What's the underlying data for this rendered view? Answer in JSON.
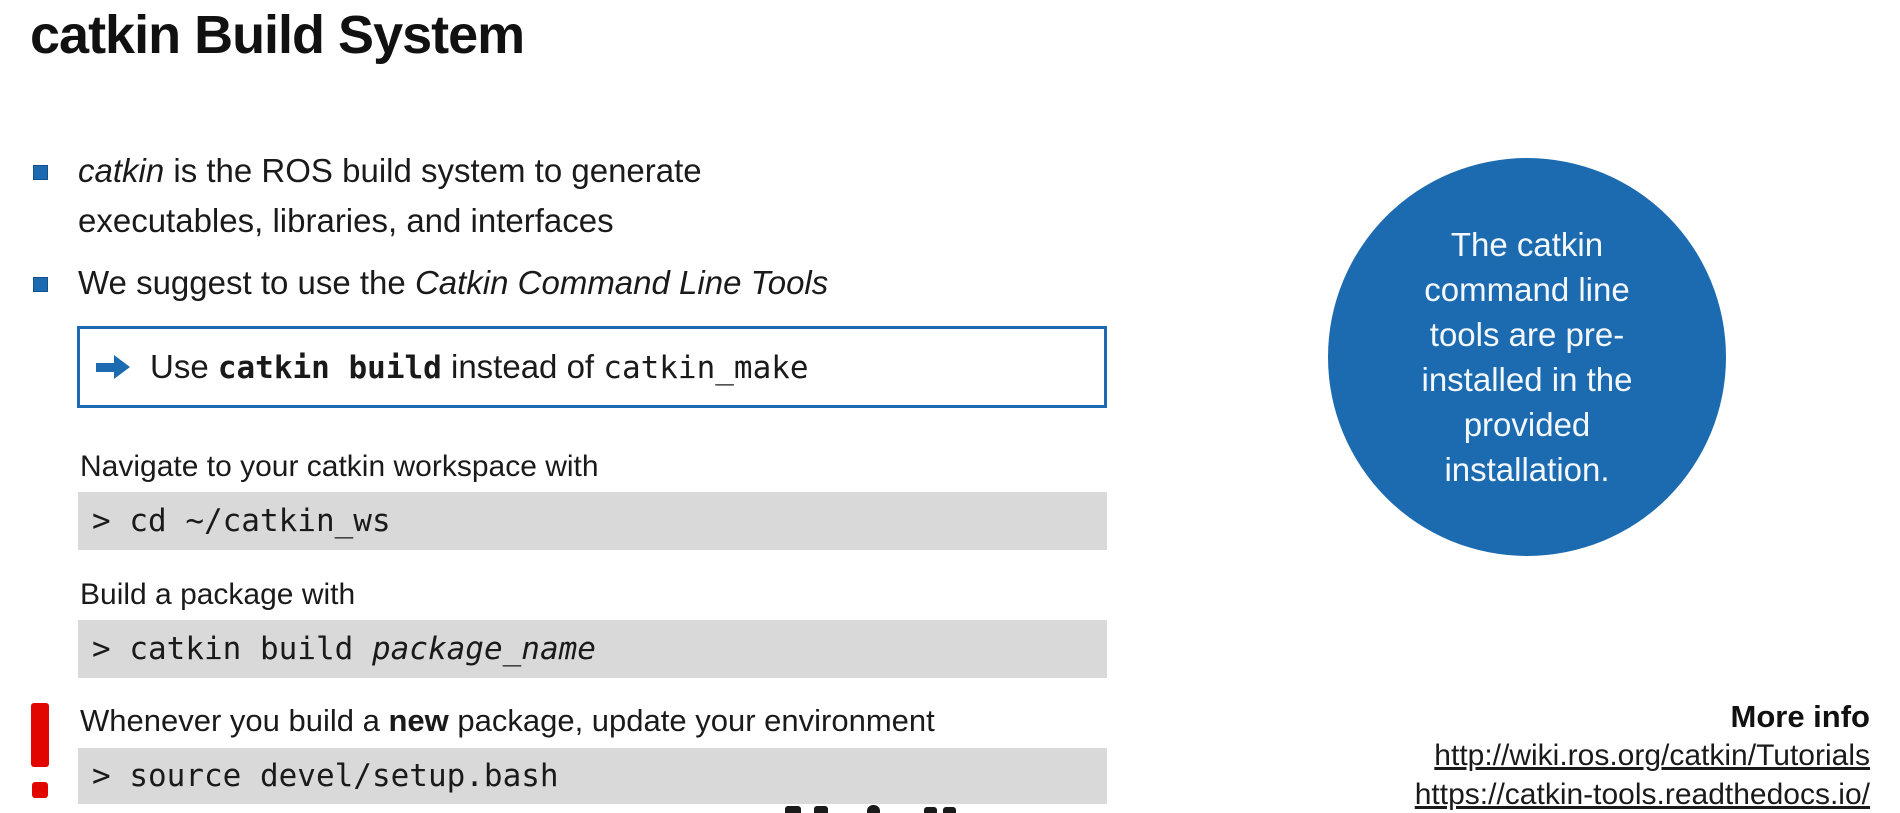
{
  "title": "catkin Build System",
  "bullets": {
    "b1_italic": "catkin",
    "b1_rest": " is the ROS build system to generate executables, libraries, and interfaces",
    "b2_pre": "We suggest to use the ",
    "b2_italic": "Catkin Command Line Tools"
  },
  "callout": {
    "pre": "Use ",
    "cmd_bold": "catkin build",
    "mid": " instead of ",
    "cmd_plain": "catkin_make"
  },
  "steps": {
    "navigate_label": "Navigate to your catkin workspace with",
    "navigate_command": "> cd ~/catkin_ws",
    "build_label": "Build a package with",
    "build_command_prefix": "> catkin build ",
    "build_command_arg": "package_name",
    "env_label_pre": "Whenever you build a ",
    "env_label_bold": "new",
    "env_label_post": " package, update your environment",
    "env_command": "> source devel/setup.bash"
  },
  "note_circle": {
    "lines": [
      "The catkin",
      "command line",
      "tools are pre-",
      "installed in the",
      "provided",
      "installation."
    ]
  },
  "more_info": {
    "heading": "More info",
    "links": [
      "http://wiki.ros.org/catkin/Tutorials",
      "https://catkin-tools.readthedocs.io/"
    ]
  },
  "colors": {
    "accent_blue": "#1C6BB0",
    "code_background": "#D9D9D9",
    "alert_red": "#E10600",
    "text": "#1A1A1A"
  }
}
